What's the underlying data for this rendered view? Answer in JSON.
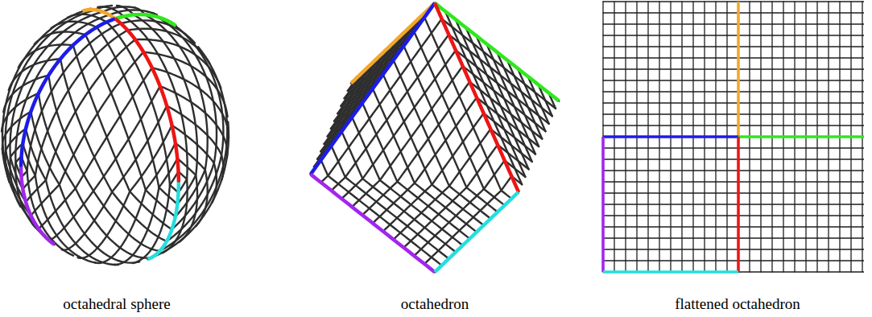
{
  "diagram": {
    "labels": [
      "octahedral sphere",
      "octahedron",
      "flattened octahedron"
    ]
  }
}
